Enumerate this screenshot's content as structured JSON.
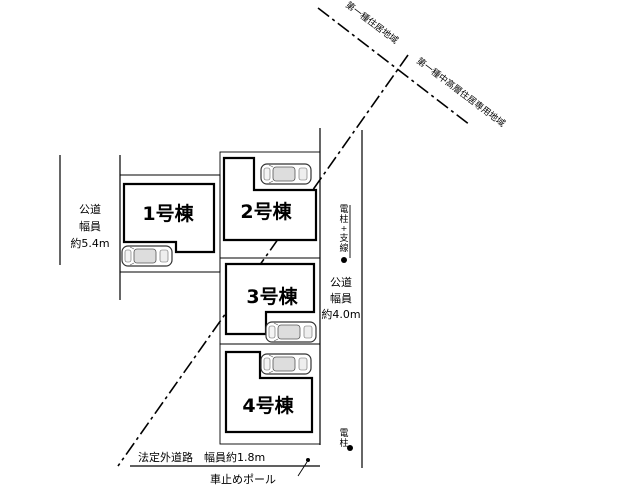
{
  "zoning": {
    "upper_label": "第一種住居地域",
    "lower_label": "第一種中高層住居専用地域"
  },
  "buildings": [
    {
      "label": "1号棟"
    },
    {
      "label": "2号棟"
    },
    {
      "label": "3号棟"
    },
    {
      "label": "4号棟"
    }
  ],
  "left_road": {
    "line1": "公道",
    "line2": "幅員",
    "line3": "約5.4m"
  },
  "right_road": {
    "line1": "公道",
    "line2": "幅員",
    "line3": "約4.0m"
  },
  "utility_pole_with_guy": {
    "chars": [
      "電",
      "柱",
      "+",
      "支",
      "線"
    ]
  },
  "utility_pole": {
    "chars": [
      "電",
      "柱"
    ]
  },
  "bottom_road": {
    "label": "法定外道路　幅員約1.8m",
    "bollard": "車止めポール"
  },
  "icons": [
    "car-icon",
    "utility-pole-icon",
    "bollard-icon"
  ]
}
